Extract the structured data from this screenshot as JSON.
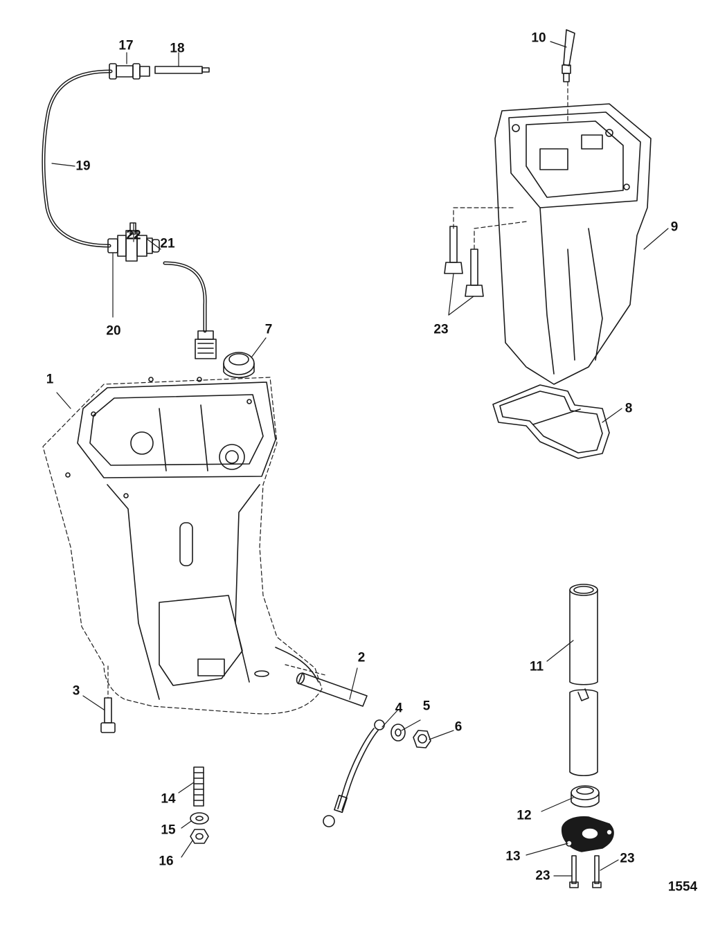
{
  "diagram": {
    "figure_number": "1554",
    "line_color": "#1a1a1a",
    "callouts": [
      {
        "id": "c1",
        "label": "1"
      },
      {
        "id": "c2",
        "label": "2"
      },
      {
        "id": "c3",
        "label": "3"
      },
      {
        "id": "c4",
        "label": "4"
      },
      {
        "id": "c5",
        "label": "5"
      },
      {
        "id": "c6",
        "label": "6"
      },
      {
        "id": "c7",
        "label": "7"
      },
      {
        "id": "c8",
        "label": "8"
      },
      {
        "id": "c9",
        "label": "9"
      },
      {
        "id": "c10",
        "label": "10"
      },
      {
        "id": "c11",
        "label": "11"
      },
      {
        "id": "c12",
        "label": "12"
      },
      {
        "id": "c13",
        "label": "13"
      },
      {
        "id": "c14",
        "label": "14"
      },
      {
        "id": "c15",
        "label": "15"
      },
      {
        "id": "c16",
        "label": "16"
      },
      {
        "id": "c17",
        "label": "17"
      },
      {
        "id": "c18",
        "label": "18"
      },
      {
        "id": "c19",
        "label": "19"
      },
      {
        "id": "c20",
        "label": "20"
      },
      {
        "id": "c21",
        "label": "21"
      },
      {
        "id": "c22",
        "label": "22"
      },
      {
        "id": "c23a",
        "label": "23"
      },
      {
        "id": "c23b",
        "label": "23"
      },
      {
        "id": "c23c",
        "label": "23"
      }
    ]
  }
}
